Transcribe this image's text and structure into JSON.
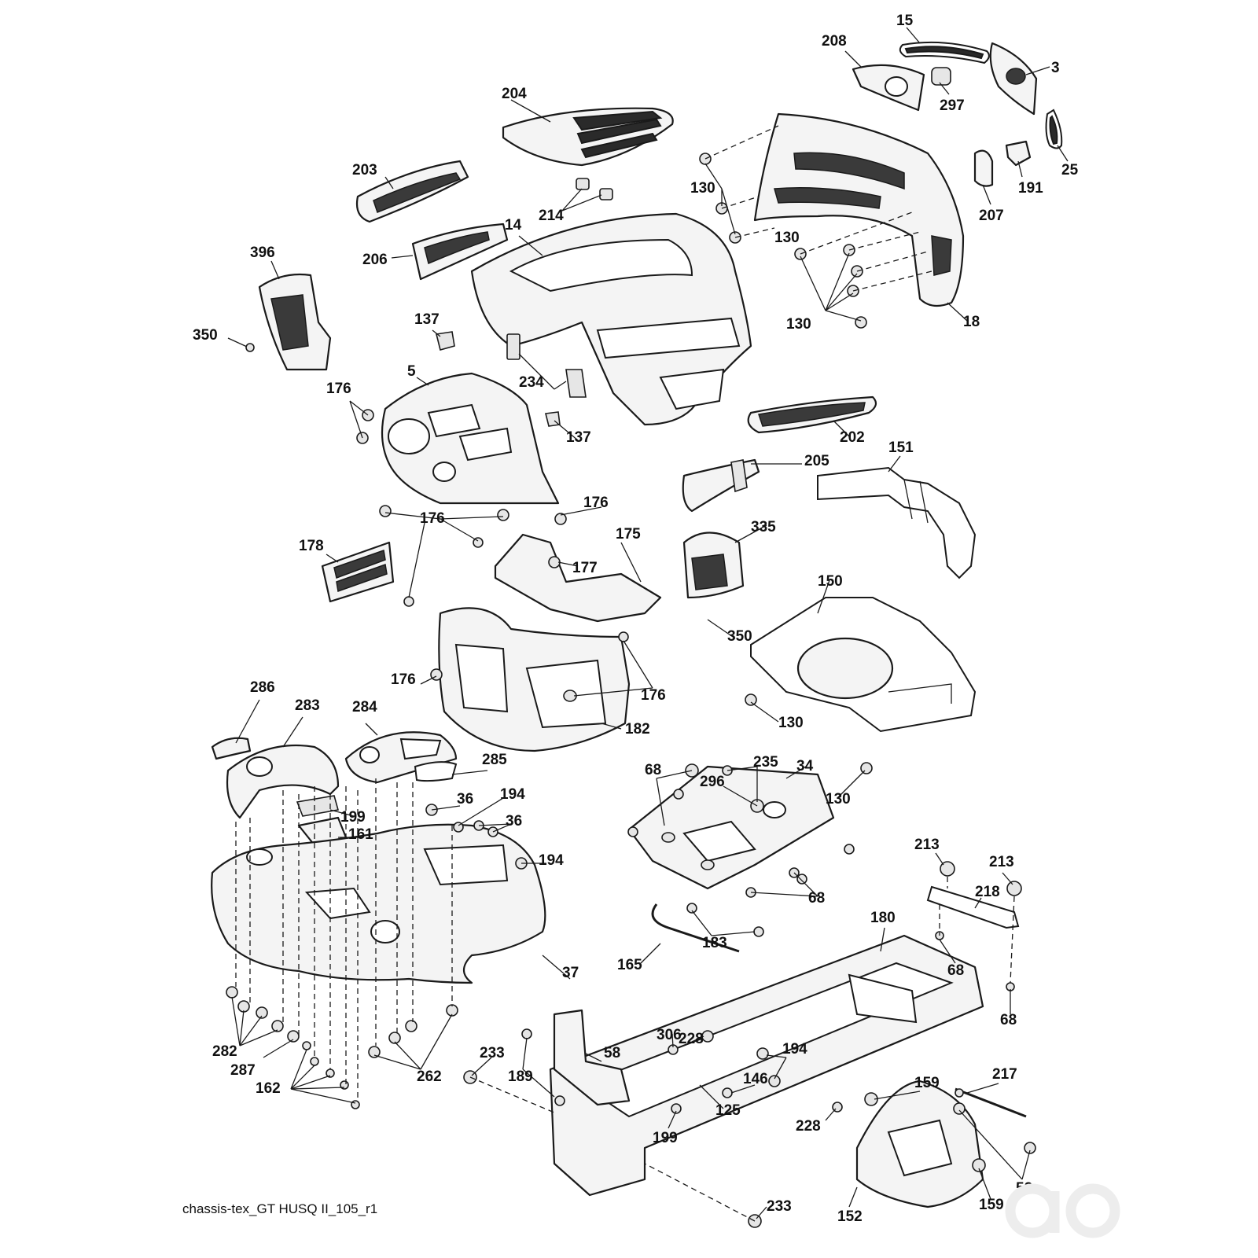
{
  "caption": "chassis-tex_GT HUSQ II_105_r1",
  "watermark_icon": "ao-logo-icon",
  "callouts": [
    "15",
    "208",
    "3",
    "297",
    "25",
    "191",
    "207",
    "204",
    "203",
    "214",
    "14",
    "206",
    "130",
    "130",
    "130",
    "18",
    "396",
    "350",
    "137",
    "5",
    "176",
    "234",
    "137",
    "202",
    "205",
    "151",
    "176",
    "176",
    "178",
    "175",
    "177",
    "335",
    "350",
    "150",
    "176",
    "176",
    "182",
    "130",
    "286",
    "283",
    "284",
    "285",
    "199",
    "161",
    "36",
    "194",
    "36",
    "194",
    "68",
    "235",
    "296",
    "34",
    "130",
    "68",
    "213",
    "213",
    "218",
    "183",
    "165",
    "180",
    "68",
    "68",
    "37",
    "282",
    "287",
    "162",
    "262",
    "233",
    "189",
    "58",
    "228",
    "306",
    "194",
    "146",
    "125",
    "199",
    "228",
    "159",
    "217",
    "52",
    "159",
    "152",
    "233"
  ]
}
